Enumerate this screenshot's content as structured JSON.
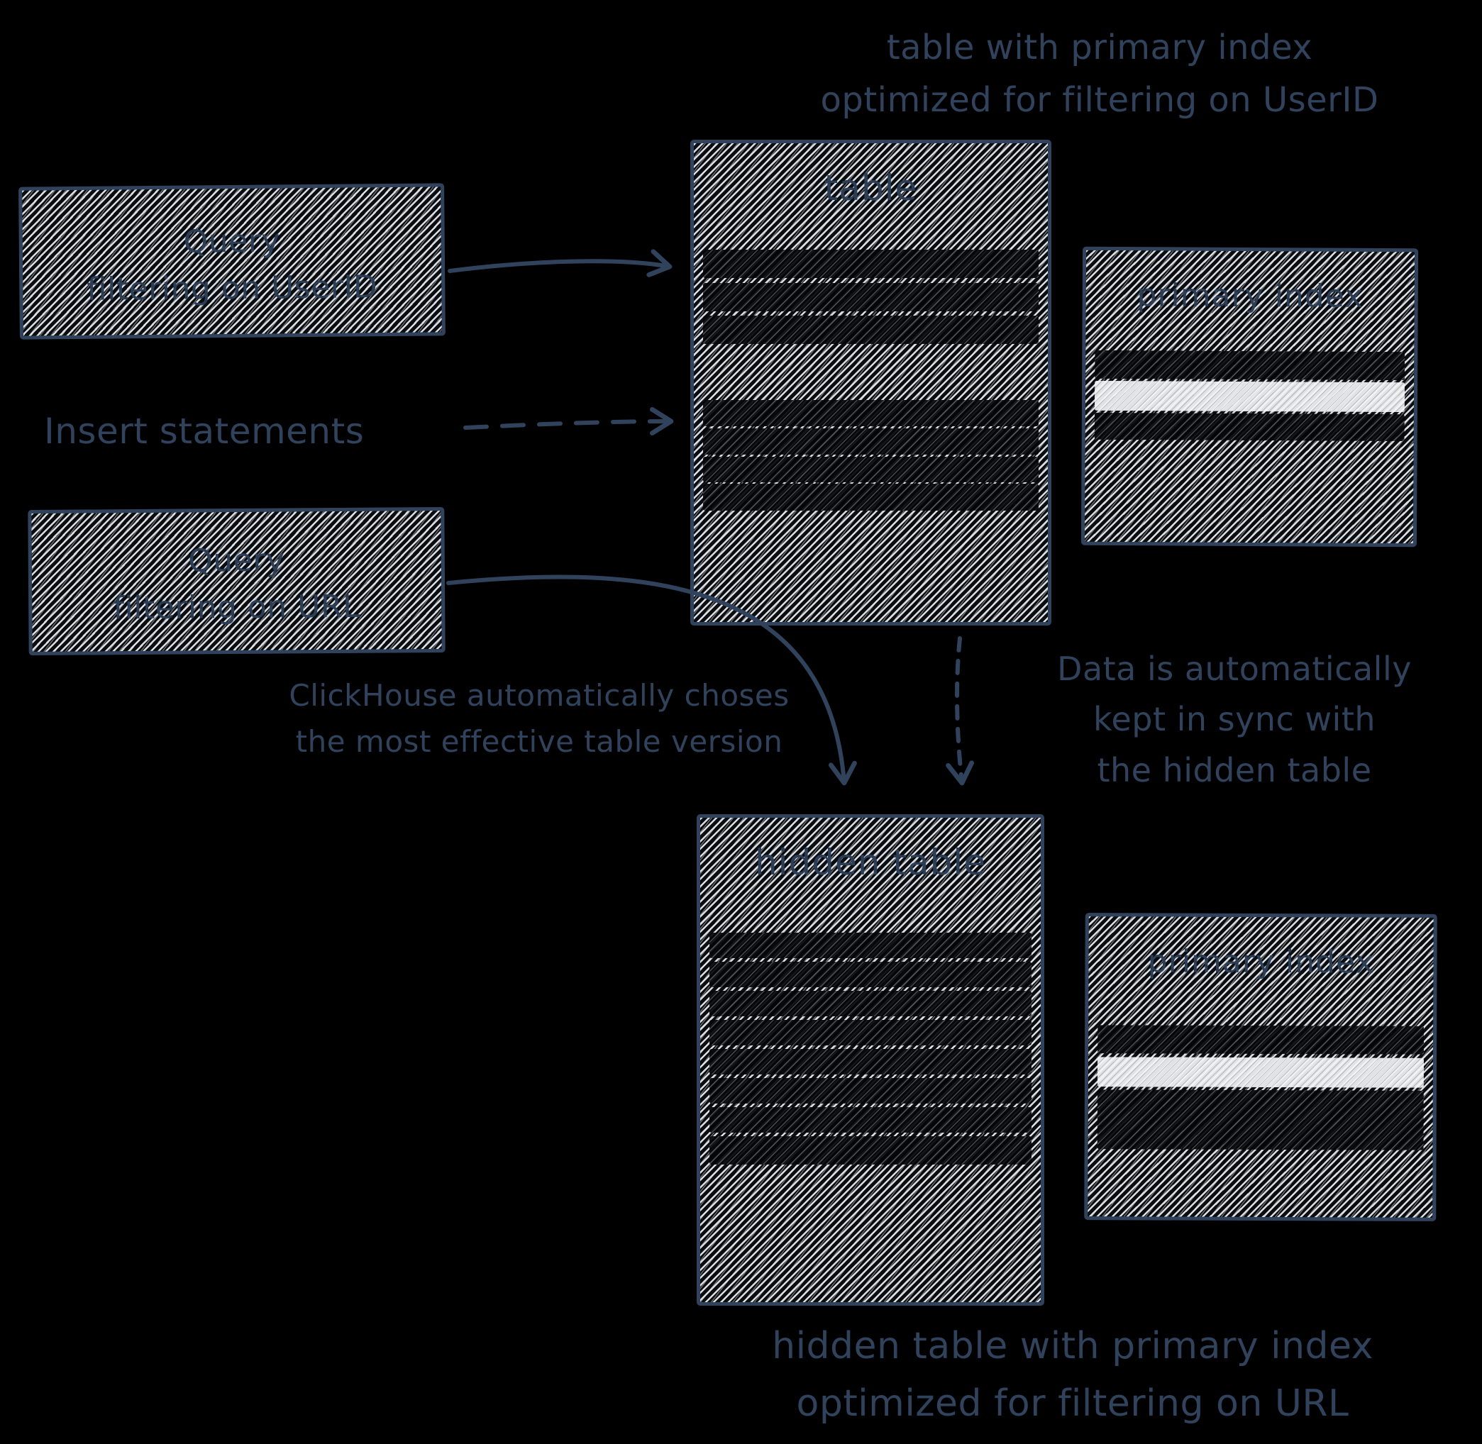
{
  "colors": {
    "background": "#000000",
    "ink": "#31435c",
    "hatch_light": "#eceef0"
  },
  "captions": {
    "table_caption": {
      "line1": "table with primary index",
      "line2": "optimized for filtering on UserID"
    },
    "hidden_caption": {
      "line1": "hidden table with primary index",
      "line2": "optimized for filtering on URL"
    },
    "choose": {
      "line1": "ClickHouse automatically choses",
      "line2": "the most effective table version"
    },
    "sync": {
      "line1": "Data is automatically",
      "line2": "kept in sync with",
      "line3": "the hidden table"
    }
  },
  "labels": {
    "insert": "Insert statements"
  },
  "boxes": {
    "query_userid": {
      "line1": "Query",
      "line2": "filtering on UserID"
    },
    "query_url": {
      "line1": "Query",
      "line2": "filtering on URL"
    },
    "table": {
      "title": "table"
    },
    "hidden_table": {
      "title": "hidden table"
    },
    "primary_index_top": {
      "title": "primary index"
    },
    "primary_index_bottom": {
      "title": "primary index"
    }
  }
}
